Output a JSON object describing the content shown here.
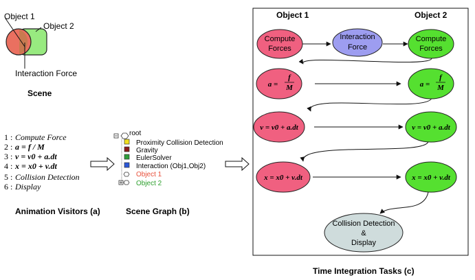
{
  "scene": {
    "object1_label": "Object 1",
    "object2_label": "Object 2",
    "interaction_label": "Interaction Force",
    "caption": "Scene"
  },
  "visitors": {
    "items": [
      {
        "num": "1 :",
        "text": "Compute Force"
      },
      {
        "num": "2 :",
        "text": "a = f / M"
      },
      {
        "num": "3 :",
        "text": "v = v0 + a.dt"
      },
      {
        "num": "4 :",
        "text": "x = x0 + v.dt"
      },
      {
        "num": "5 :",
        "text": "Collision Detection"
      },
      {
        "num": "6 :",
        "text": "Display"
      }
    ],
    "caption": "Animation Visitors (a)"
  },
  "graph": {
    "root_label": "root",
    "nodes": [
      {
        "label": "Proximity Collision Detection",
        "color": "#f2e01e"
      },
      {
        "label": "Gravity",
        "color": "#8b1a1a"
      },
      {
        "label": "EulerSolver",
        "color": "#2e9e3a"
      },
      {
        "label": "Interaction (Obj1,Obj2)",
        "color": "#2b58d8"
      },
      {
        "label": "Object 1",
        "color": "#e8503a"
      },
      {
        "label": "Object 2",
        "color": "#2ea02e"
      }
    ],
    "caption": "Scene Graph (b)"
  },
  "tasks": {
    "col1_header": "Object 1",
    "col2_header": "Object 2",
    "compute_forces": "Compute Forces",
    "interaction_force": "Interaction Force",
    "accel": "a =",
    "accel_num": "f",
    "accel_den": "M",
    "velocity": "v = v0 + a.dt",
    "position": "x = x0 + v.dt",
    "collision": "Collision Detection & Display",
    "caption": "Time Integration Tasks (c)"
  },
  "colors": {
    "object1": "#f06080",
    "object2": "#55e030",
    "interaction": "#9d9df0",
    "collision": "#cfdcdc",
    "scene_obj1": "#ea7060",
    "scene_obj2": "#98ea80"
  }
}
